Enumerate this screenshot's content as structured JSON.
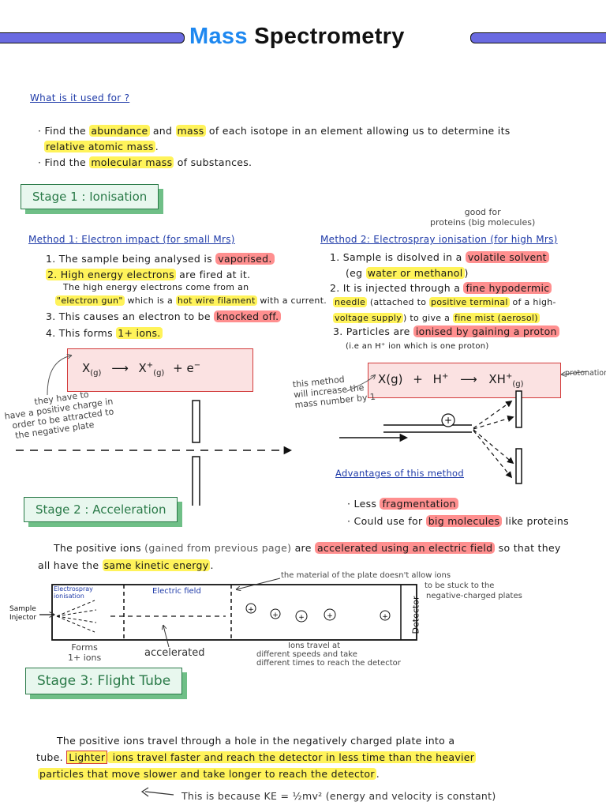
{
  "title": {
    "mass": "Mass",
    "spec": "Spectrometry"
  },
  "intro": {
    "heading": "What is it used for ?",
    "b1": {
      "p1": "· Find the ",
      "abundance": "abundance",
      "p2": " and ",
      "mass": "mass",
      "p3": " of each isotope in an element allowing us to determine its"
    },
    "b1b": {
      "ram": "relative atomic mass",
      "p": "."
    },
    "b2": {
      "p1": "· Find the ",
      "mm": "molecular mass",
      "p2": " of substances."
    }
  },
  "stage1": {
    "label": "Stage 1 :  Ionisation"
  },
  "method1": {
    "heading": "Method 1: Electron impact     (for small Mrs)",
    "s1": {
      "p1": "1. The sample being analysed is ",
      "hl": "vaporised."
    },
    "s2": {
      "hl": "2. High energy electrons",
      "p": " are fired at it."
    },
    "s2b": "The high energy electrons come from an",
    "s2c": {
      "hl1": "\"electron gun\"",
      "p1": " which is a ",
      "hl2": "hot wire filament",
      "p2": " with a current."
    },
    "s3": {
      "p1": "3. This causes an electron to be ",
      "hl": "knocked off."
    },
    "s4": {
      "p1": "4. This forms ",
      "hl": "1+ ions."
    },
    "equation": {
      "lhs": "X",
      "lsub": "(g)",
      "arrow": "⟶",
      "rhs": "X",
      "rsup": "+",
      "rsub": "(g)",
      "plus": "+ e",
      "esup": "−"
    },
    "note": [
      "they have to",
      "have a positive charge in",
      "order to be attracted to",
      "the negative plate"
    ]
  },
  "method2": {
    "good_for": [
      "good for",
      "proteins (big molecules)"
    ],
    "heading": "Method 2: Electrospray ionisation (for high Mrs)",
    "s1": {
      "p1": "1. Sample is disolved in a ",
      "hl": "volatile solvent"
    },
    "s1b": {
      "p1": "(eg ",
      "hl": "water or methanol",
      "p2": ")"
    },
    "s2": {
      "p1": "2. It is injected through a ",
      "hl": "fine hypodermic"
    },
    "s2b": {
      "hl1": "needle",
      "p1": " (attached to ",
      "hl2": "positive terminal",
      "p2": " of a high-"
    },
    "s2c": {
      "hl1": "voltage supply",
      "p1": ") to give a ",
      "hl2": "fine mist (aerosol)"
    },
    "s3": {
      "p1": "3. Particles are ",
      "hl": "ionised by gaining a proton"
    },
    "s3b": "(i.e  an  H⁺  ion  which  is  one  proton)",
    "equation": {
      "lhs": "X(g)",
      "plus": "+",
      "h": "H",
      "hsup": "+",
      "arrow": "⟶",
      "rhs": "XH",
      "rsup": "+",
      "rsub": "(g)"
    },
    "protonation": "protonation",
    "note": [
      "this method",
      "will increase the",
      "mass number by 1"
    ],
    "plus_sign": "+",
    "adv_heading": "Advantages of this method",
    "adv1": {
      "p1": "· Less ",
      "hl": "fragmentation"
    },
    "adv2": {
      "p1": "· Could use for ",
      "hl": "big molecules",
      "p2": " like proteins"
    }
  },
  "stage2": {
    "label": "Stage 2 :   Acceleration",
    "p1": {
      "a": "The positive ions ",
      "b": "(gained from previous page)",
      "c": " are ",
      "hl": "accelerated using an electric field",
      "d": " so that they"
    },
    "p2": {
      "a": "all have the ",
      "hl": "same kinetic energy",
      "b": "."
    }
  },
  "diagram": {
    "electrospray": [
      "Electrospray",
      "ionisation"
    ],
    "field": "Electric field",
    "sample": [
      "Sample",
      "Injector"
    ],
    "detector": "Detector",
    "forms": [
      "Forms",
      "1+ ions"
    ],
    "accelerated": "accelerated",
    "ions_note": [
      "Ions travel at",
      "different speeds and take",
      "different times to reach the detector"
    ],
    "plate_note": [
      "the material of the plate doesn't allow ions",
      "to be stuck to the",
      "negative-charged plates"
    ],
    "ion": "+"
  },
  "stage3": {
    "label": "Stage 3: Flight Tube",
    "p1": "The positive ions travel through a hole in the negatively charged plate into a",
    "p2": {
      "a": "tube. ",
      "boxed": "Lighter",
      "hl": " ions travel faster and reach the detector in less time than the heavier"
    },
    "p3": {
      "hl": "particles that move slower and take longer to reach the detector",
      "b": "."
    },
    "p4": {
      "a": "This is because ",
      "f": "KE = ½mv²",
      "b": "   (energy and velocity is constant)"
    }
  }
}
